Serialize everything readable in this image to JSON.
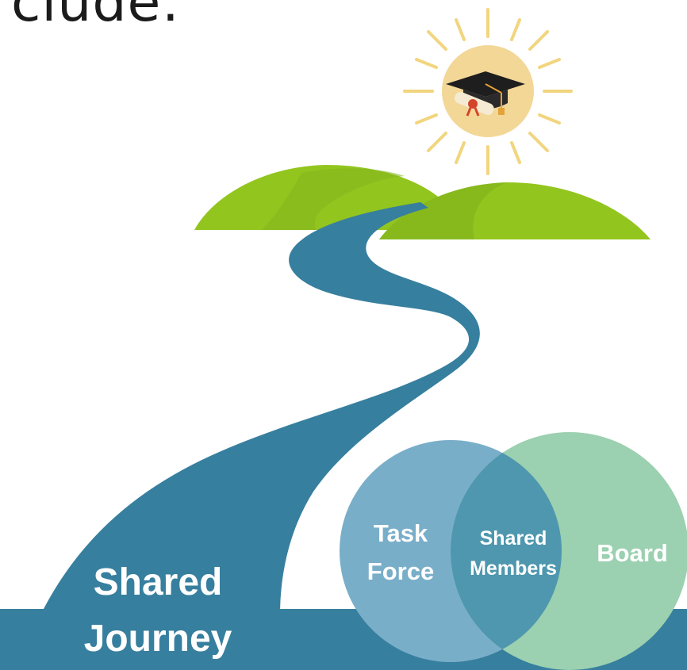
{
  "heading": {
    "partial_text": "clude:"
  },
  "journey": {
    "label_line1": "Shared",
    "label_line2": "Journey"
  },
  "venn": {
    "left_line1": "Task",
    "left_line2": "Force",
    "center_line1": "Shared",
    "center_line2": "Members",
    "right": "Board"
  },
  "icons": {
    "sun": "sun-icon",
    "graduation": "graduation-cap-diploma-icon"
  },
  "colors": {
    "river": "#377f9e",
    "hill_light": "#93c51f",
    "hill_dark": "#84b51d",
    "sun": "#f3d797",
    "sun_rays": "#f2d57f",
    "venn_left": "#79aec9",
    "venn_right": "#9bd0b0",
    "venn_overlap": "#4f97ae"
  }
}
